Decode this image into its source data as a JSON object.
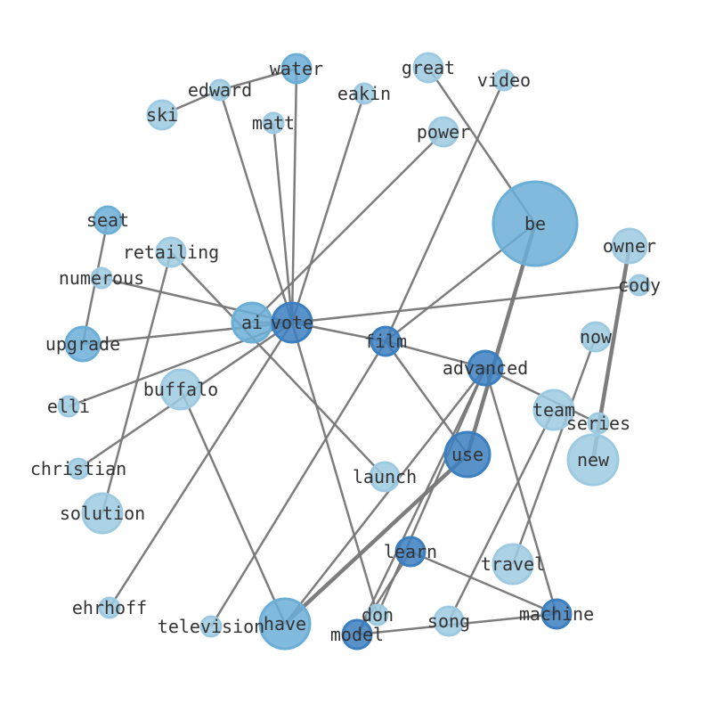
{
  "colors": {
    "edge": "#777777",
    "light": "#9ecae1",
    "medium": "#6baed6",
    "dark": "#3b7fc0",
    "label": "#333333"
  },
  "nodes": [
    {
      "id": "water",
      "label": "water",
      "shade": "medium"
    },
    {
      "id": "edward",
      "label": "edward",
      "shade": "light"
    },
    {
      "id": "ski",
      "label": "ski",
      "shade": "light"
    },
    {
      "id": "matt",
      "label": "matt",
      "shade": "light"
    },
    {
      "id": "eakin",
      "label": "eakin",
      "shade": "light"
    },
    {
      "id": "great",
      "label": "great",
      "shade": "light"
    },
    {
      "id": "video",
      "label": "video",
      "shade": "light"
    },
    {
      "id": "power",
      "label": "power",
      "shade": "light"
    },
    {
      "id": "be",
      "label": "be",
      "shade": "medium"
    },
    {
      "id": "seat",
      "label": "seat",
      "shade": "medium"
    },
    {
      "id": "retailing",
      "label": "retailing",
      "shade": "light"
    },
    {
      "id": "owner",
      "label": "owner",
      "shade": "light"
    },
    {
      "id": "numerous",
      "label": "numerous",
      "shade": "light"
    },
    {
      "id": "cody",
      "label": "cody",
      "shade": "light"
    },
    {
      "id": "ai",
      "label": "ai",
      "shade": "medium"
    },
    {
      "id": "vote",
      "label": "vote",
      "shade": "dark"
    },
    {
      "id": "film",
      "label": "film",
      "shade": "dark"
    },
    {
      "id": "upgrade",
      "label": "upgrade",
      "shade": "medium"
    },
    {
      "id": "now",
      "label": "now",
      "shade": "light"
    },
    {
      "id": "advanced",
      "label": "advanced",
      "shade": "dark"
    },
    {
      "id": "buffalo",
      "label": "buffalo",
      "shade": "light"
    },
    {
      "id": "elli",
      "label": "elli",
      "shade": "light"
    },
    {
      "id": "team",
      "label": "team",
      "shade": "light"
    },
    {
      "id": "series",
      "label": "series",
      "shade": "light"
    },
    {
      "id": "new",
      "label": "new",
      "shade": "light"
    },
    {
      "id": "use",
      "label": "use",
      "shade": "dark"
    },
    {
      "id": "christian",
      "label": "christian",
      "shade": "light"
    },
    {
      "id": "launch",
      "label": "launch",
      "shade": "light"
    },
    {
      "id": "solution",
      "label": "solution",
      "shade": "light"
    },
    {
      "id": "learn",
      "label": "learn",
      "shade": "dark"
    },
    {
      "id": "travel",
      "label": "travel",
      "shade": "light"
    },
    {
      "id": "ehrhoff",
      "label": "ehrhoff",
      "shade": "light"
    },
    {
      "id": "television",
      "label": "television",
      "shade": "light"
    },
    {
      "id": "have",
      "label": "have",
      "shade": "medium"
    },
    {
      "id": "don",
      "label": "don",
      "shade": "light"
    },
    {
      "id": "song",
      "label": "song",
      "shade": "light"
    },
    {
      "id": "machine",
      "label": "machine",
      "shade": "dark"
    },
    {
      "id": "model",
      "label": "model",
      "shade": "dark"
    }
  ],
  "edges": [
    [
      "water",
      "vote"
    ],
    [
      "ski",
      "edward"
    ],
    [
      "edward",
      "water"
    ],
    [
      "edward",
      "vote"
    ],
    [
      "matt",
      "vote"
    ],
    [
      "eakin",
      "vote"
    ],
    [
      "great",
      "be"
    ],
    [
      "video",
      "film"
    ],
    [
      "power",
      "ai"
    ],
    [
      "be",
      "film"
    ],
    [
      "be",
      "use",
      2
    ],
    [
      "use",
      "have",
      2
    ],
    [
      "seat",
      "upgrade"
    ],
    [
      "retailing",
      "launch"
    ],
    [
      "retailing",
      "solution"
    ],
    [
      "numerous",
      "vote"
    ],
    [
      "owner",
      "new",
      2
    ],
    [
      "cody",
      "vote"
    ],
    [
      "upgrade",
      "vote"
    ],
    [
      "ai",
      "vote"
    ],
    [
      "elli",
      "vote"
    ],
    [
      "christian",
      "vote"
    ],
    [
      "ehrhoff",
      "vote"
    ],
    [
      "vote",
      "film"
    ],
    [
      "vote",
      "don"
    ],
    [
      "television",
      "film"
    ],
    [
      "buffalo",
      "have"
    ],
    [
      "film",
      "advanced"
    ],
    [
      "film",
      "use"
    ],
    [
      "advanced",
      "series"
    ],
    [
      "advanced",
      "machine"
    ],
    [
      "advanced",
      "model"
    ],
    [
      "advanced",
      "don"
    ],
    [
      "advanced",
      "have"
    ],
    [
      "learn",
      "model"
    ],
    [
      "learn",
      "machine"
    ],
    [
      "model",
      "machine"
    ],
    [
      "team",
      "song"
    ],
    [
      "now",
      "travel"
    ]
  ]
}
